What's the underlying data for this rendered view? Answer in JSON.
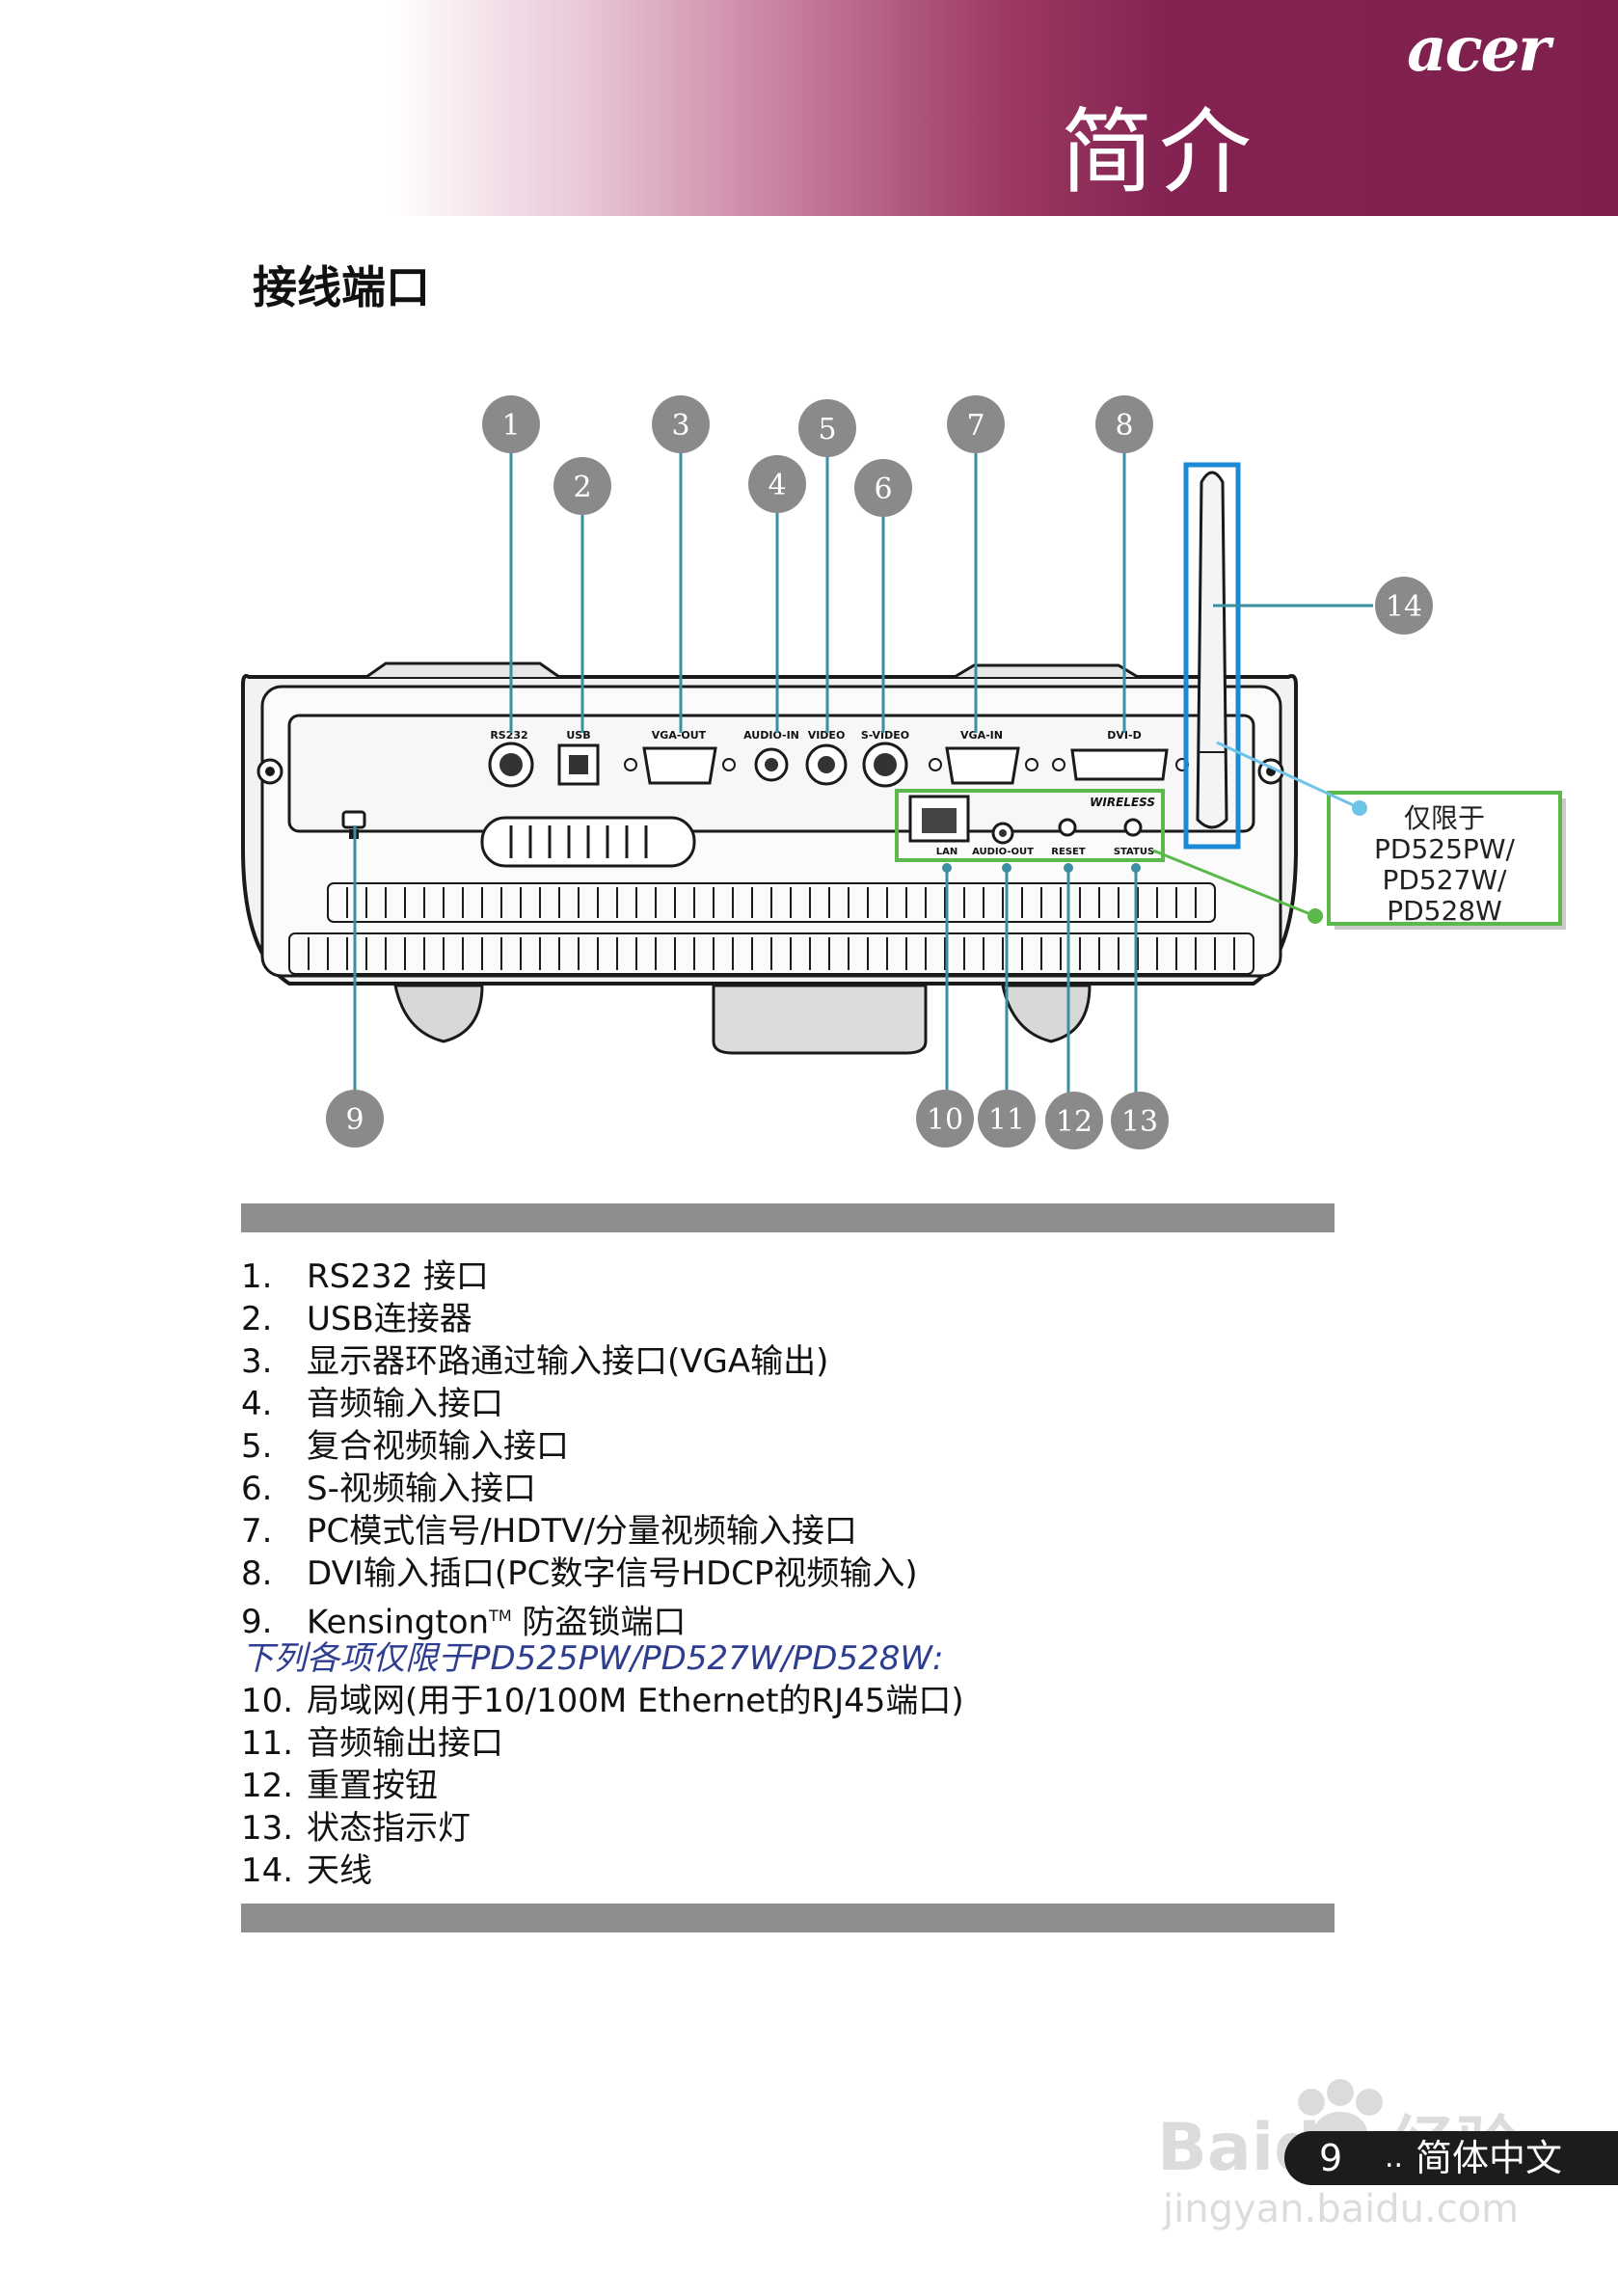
{
  "header": {
    "brand": "acer",
    "chapter_title": "简介"
  },
  "section_title": "接线端口",
  "diagram": {
    "port_labels": [
      "RS232",
      "USB",
      "VGA-OUT",
      "AUDIO-IN",
      "VIDEO",
      "S-VIDEO",
      "VGA-IN",
      "DVI-D"
    ],
    "wireless_labels": [
      "LAN",
      "AUDIO-OUT",
      "RESET",
      "STATUS"
    ],
    "wireless_title": "WIRELESS",
    "callouts": [
      "1",
      "2",
      "3",
      "4",
      "5",
      "6",
      "7",
      "8",
      "9",
      "10",
      "11",
      "12",
      "13",
      "14"
    ],
    "model_note": [
      "仅限于",
      "PD525PW/",
      "PD527W/",
      "PD528W"
    ]
  },
  "list": {
    "items": [
      {
        "num": "1.",
        "text": "RS232 接口"
      },
      {
        "num": "2.",
        "text": "USB连接器"
      },
      {
        "num": "3.",
        "text": "显示器环路通过输入接口(VGA输出)"
      },
      {
        "num": "4.",
        "text": "音频输入接口"
      },
      {
        "num": "5.",
        "text": "复合视频输入接口"
      },
      {
        "num": "6.",
        "text": "S-视频输入接口"
      },
      {
        "num": "7.",
        "text": "PC模式信号/HDTV/分量视频输入接口"
      },
      {
        "num": "8.",
        "text": "DVI输入插口(PC数字信号HDCP视频输入)"
      }
    ],
    "item9": {
      "num": "9.",
      "text_before": "Kensington",
      "tm": "TM",
      "text_after": " 防盗锁端口"
    },
    "note": "下列各项仅限于PD525PW/PD527W/PD528W:",
    "items_wireless": [
      {
        "num": "10.",
        "text": "局域网(用于10/100M Ethernet的RJ45端口)"
      },
      {
        "num": "11.",
        "text": "音频输出接口"
      },
      {
        "num": "12.",
        "text": "重置按钮"
      },
      {
        "num": "13.",
        "text": "状态指示灯"
      },
      {
        "num": "14.",
        "text": "天线"
      }
    ]
  },
  "footer": {
    "page_number": "9",
    "language": "简体中文",
    "watermark": "Baidu 经验",
    "watermark_url": "jingyan.baidu.com"
  },
  "colors": {
    "header_accent": "#7e1f4d",
    "callout": "#8a8a8a",
    "leader": "#3a8fa0",
    "green_box": "#5bb84a",
    "blue_box": "#1a8ad4",
    "note_text": "#2e3d8f"
  }
}
